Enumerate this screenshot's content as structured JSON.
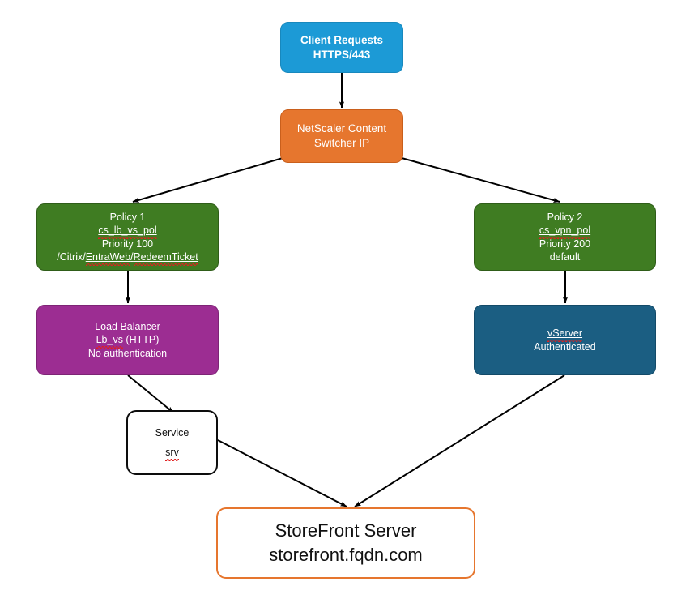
{
  "diagram": {
    "title": "NetScaler Content Switching to StoreFront flow",
    "background": "#FFFFFF",
    "colors": {
      "client_blue": "#1C9AD6",
      "netscaler_orange": "#E6762E",
      "policy_green": "#3F7C22",
      "loadbalancer_purple": "#9C2D92",
      "vserver_teal": "#1B5E82",
      "service_black": "#0D0D0D",
      "storefront_border_orange": "#E6762E",
      "arrow_black": "#000000",
      "spellcheck_red": "#E02020"
    }
  },
  "nodes": {
    "client": {
      "name": "Client Requests",
      "lines": [
        "Client Requests",
        "HTTPS/443"
      ]
    },
    "netscaler": {
      "name": "NetScaler Content Switcher IP",
      "lines": [
        "NetScaler Content",
        "Switcher IP"
      ]
    },
    "policy1": {
      "name": "Policy 1",
      "line1": "Policy 1",
      "line2": "cs_lb_vs_pol",
      "line3": "Priority 100",
      "line4_prefix": "/Citrix/",
      "line4_part2": "EntraWeb",
      "line4_sep": "/",
      "line4_part3": "RedeemTicket"
    },
    "policy2": {
      "name": "Policy 2",
      "line1": "Policy 2",
      "line2": "cs_vpn_pol",
      "line3": "Priority 200",
      "line4": "default"
    },
    "loadbalancer": {
      "name": "Load Balancer",
      "line1": "Load Balancer",
      "line2_name": "Lb_vs",
      "line2_suffix": " (HTTP)",
      "line3": "No authentication"
    },
    "vserver": {
      "name": "vServer",
      "line1": "vServer",
      "line2": "Authenticated"
    },
    "service": {
      "name": "Service",
      "line1": "Service",
      "line2": "srv"
    },
    "storefront": {
      "name": "StoreFront Server",
      "line1": "StoreFront Server",
      "line2": "storefront.fqdn.com"
    }
  },
  "edges": [
    {
      "id": "client-to-netscaler",
      "from": "client",
      "to": "netscaler",
      "label": ""
    },
    {
      "id": "netscaler-to-policy1",
      "from": "netscaler",
      "to": "policy1",
      "label": ""
    },
    {
      "id": "netscaler-to-policy2",
      "from": "netscaler",
      "to": "policy2",
      "label": ""
    },
    {
      "id": "policy1-to-loadbalancer",
      "from": "policy1",
      "to": "loadbalancer",
      "label": ""
    },
    {
      "id": "policy2-to-vserver",
      "from": "policy2",
      "to": "vserver",
      "label": ""
    },
    {
      "id": "loadbalancer-to-service",
      "from": "loadbalancer",
      "to": "service",
      "label": ""
    },
    {
      "id": "service-to-storefront",
      "from": "service",
      "to": "storefront",
      "label": ""
    },
    {
      "id": "vserver-to-storefront",
      "from": "vserver",
      "to": "storefront",
      "label": ""
    }
  ]
}
